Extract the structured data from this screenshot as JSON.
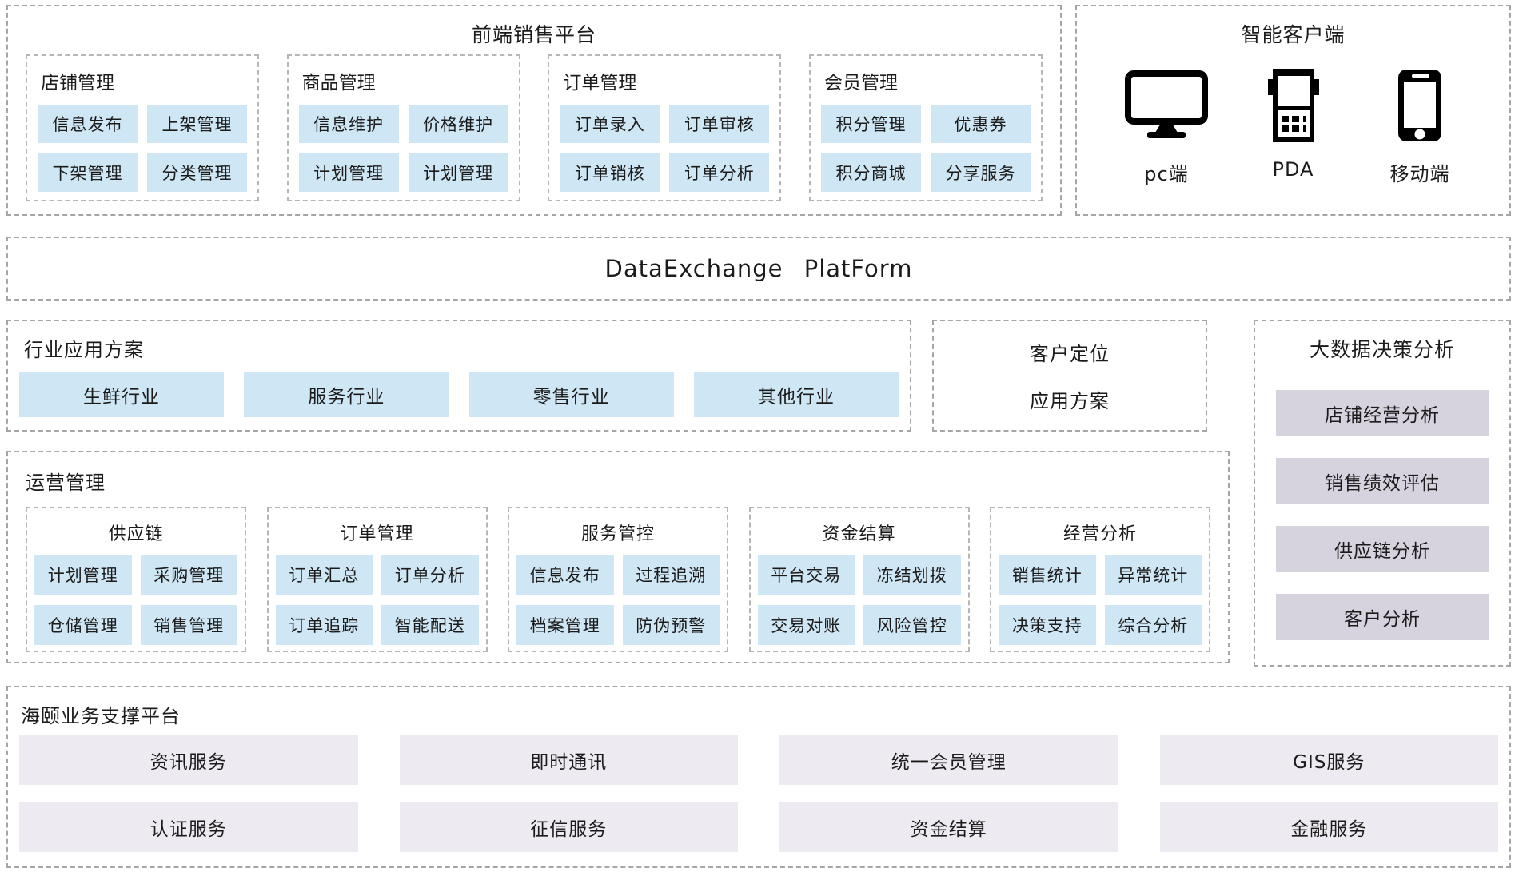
{
  "frontend": {
    "title": "前端销售平台",
    "groups": [
      {
        "title": "店铺管理",
        "items": [
          "信息发布",
          "上架管理",
          "下架管理",
          "分类管理"
        ]
      },
      {
        "title": "商品管理",
        "items": [
          "信息维护",
          "价格维护",
          "计划管理",
          "计划管理"
        ]
      },
      {
        "title": "订单管理",
        "items": [
          "订单录入",
          "订单审核",
          "订单销核",
          "订单分析"
        ]
      },
      {
        "title": "会员管理",
        "items": [
          "积分管理",
          "优惠券",
          "积分商城",
          "分享服务"
        ]
      }
    ]
  },
  "clients": {
    "title": "智能客户端",
    "devices": [
      {
        "icon": "desktop-icon",
        "label": "pc端"
      },
      {
        "icon": "pda-icon",
        "label": "PDA"
      },
      {
        "icon": "mobile-icon",
        "label": "移动端"
      }
    ]
  },
  "data_exchange": {
    "title": "DataExchange PlatForm"
  },
  "industry": {
    "title": "行业应用方案",
    "items": [
      "生鲜行业",
      "服务行业",
      "零售行业",
      "其他行业"
    ]
  },
  "customer_positioning": {
    "line1": "客户定位",
    "line2": "应用方案"
  },
  "big_data": {
    "title": "大数据决策分析",
    "items": [
      "店铺经营分析",
      "销售绩效评估",
      "供应链分析",
      "客户分析"
    ]
  },
  "operations": {
    "title": "运营管理",
    "groups": [
      {
        "title": "供应链",
        "items": [
          "计划管理",
          "采购管理",
          "仓储管理",
          "销售管理"
        ]
      },
      {
        "title": "订单管理",
        "items": [
          "订单汇总",
          "订单分析",
          "订单追踪",
          "智能配送"
        ]
      },
      {
        "title": "服务管控",
        "items": [
          "信息发布",
          "过程追溯",
          "档案管理",
          "防伪预警"
        ]
      },
      {
        "title": "资金结算",
        "items": [
          "平台交易",
          "冻结划拨",
          "交易对账",
          "风险管控"
        ]
      },
      {
        "title": "经营分析",
        "items": [
          "销售统计",
          "异常统计",
          "决策支持",
          "综合分析"
        ]
      }
    ]
  },
  "support": {
    "title": "海颐业务支撑平台",
    "items": [
      "资讯服务",
      "即时通讯",
      "统一会员管理",
      "GIS服务",
      "认证服务",
      "征信服务",
      "资金结算",
      "金融服务"
    ]
  },
  "colors": {
    "light_blue": "#cfe6f4",
    "lavender": "#d6d2de",
    "light_lavender": "#edeaf1",
    "border": "#a6a6a6"
  }
}
